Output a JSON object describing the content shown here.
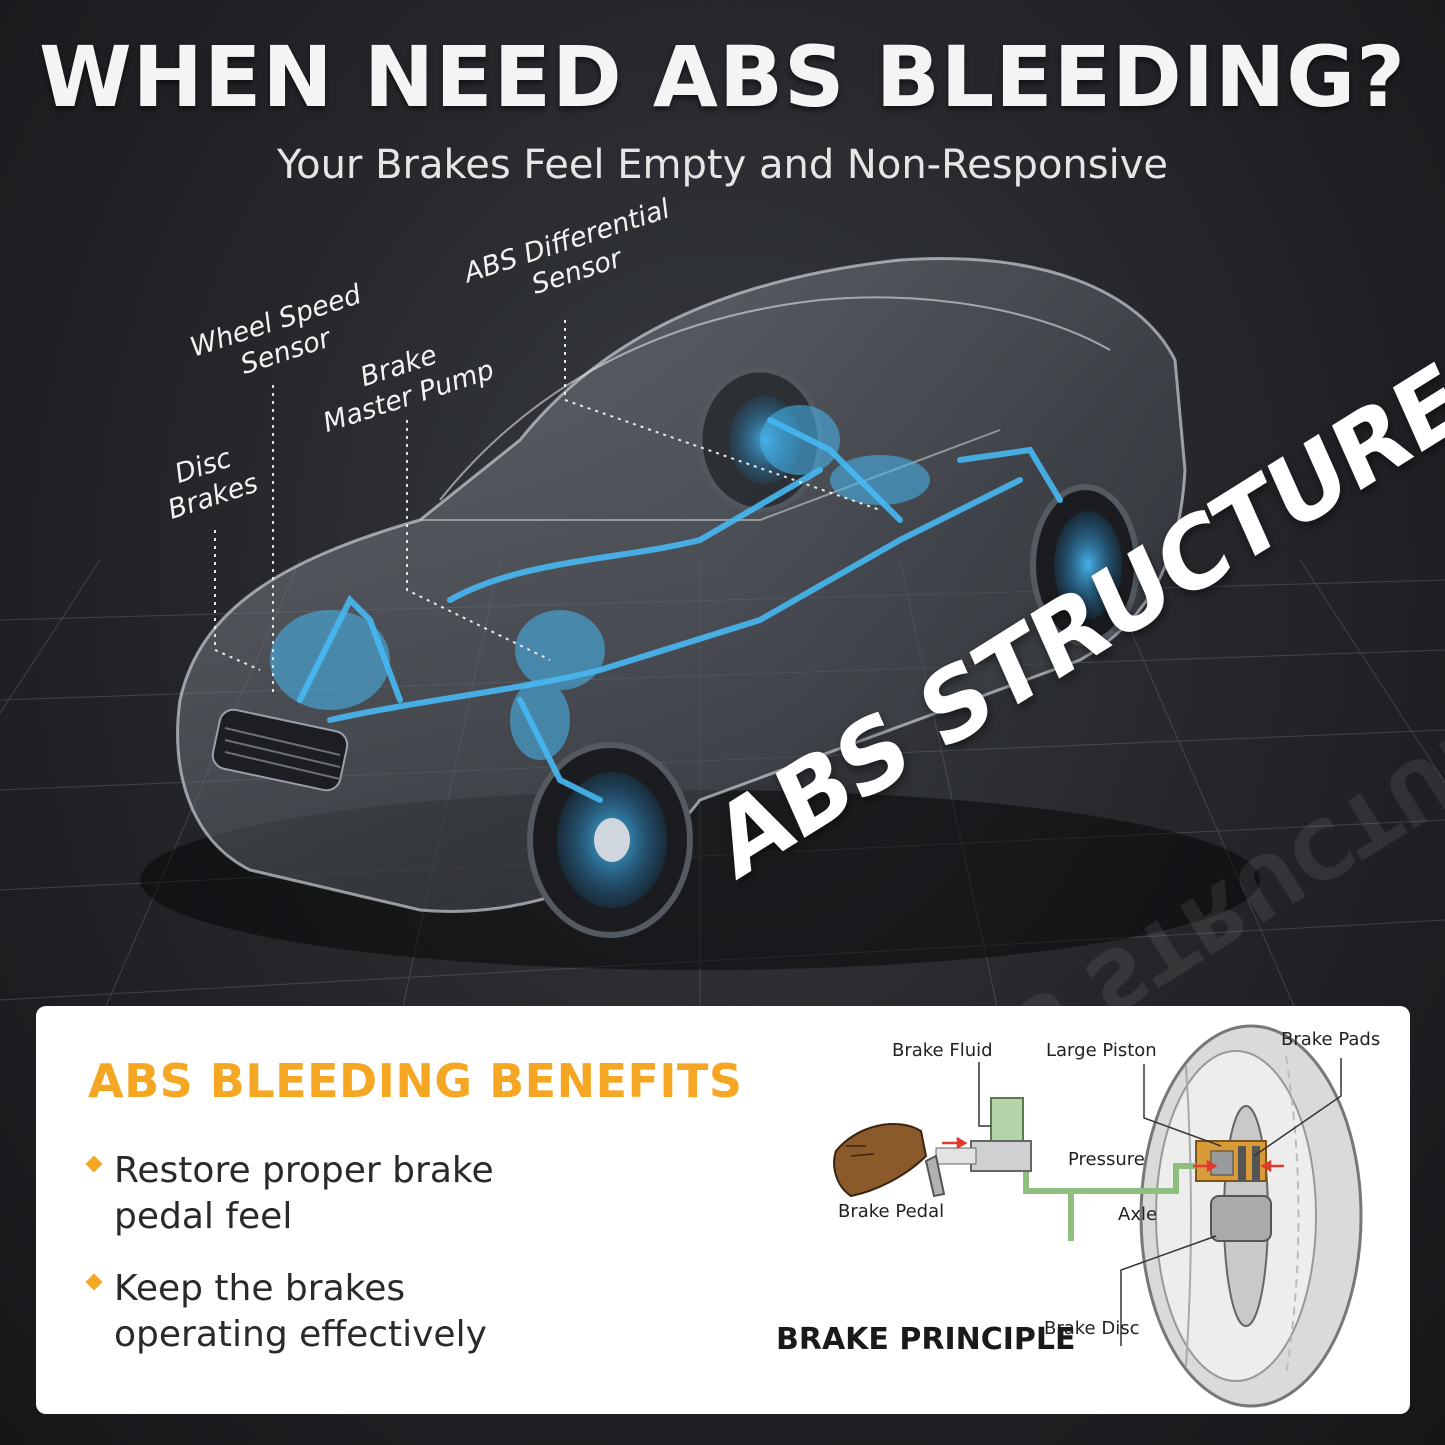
{
  "header": {
    "title": "WHEN NEED ABS BLEEDING?",
    "subtitle": "Your Brakes Feel Empty and Non-Responsive"
  },
  "callouts": {
    "abs_differential_sensor": [
      "ABS Differential",
      "Sensor"
    ],
    "wheel_speed_sensor": [
      "Wheel Speed",
      "Sensor"
    ],
    "brake_master_pump": [
      "Brake",
      "Master Pump"
    ],
    "disc_brakes": [
      "Disc",
      "Brakes"
    ]
  },
  "structure_label": "ABS STRUCTURE",
  "benefits": {
    "title": "ABS BLEEDING BENEFITS",
    "items": [
      {
        "line1": "Restore proper brake",
        "line2": "pedal feel"
      },
      {
        "line1": "Keep the brakes",
        "line2": "operating effectively"
      }
    ]
  },
  "diagram": {
    "title": "BRAKE PRINCIPLE",
    "labels": {
      "brake_fluid": "Brake Fluid",
      "large_piston": "Large Piston",
      "brake_pads": "Brake Pads",
      "pressure": "Pressure",
      "brake_pedal": "Brake Pedal",
      "axle": "Axle",
      "brake_disc": "Brake Disc"
    }
  },
  "colors": {
    "accent_orange": "#f5a623",
    "abs_blue": "#3fb4f0",
    "fluid_green": "#8fbf7f",
    "arrow_red": "#e23b2e"
  }
}
